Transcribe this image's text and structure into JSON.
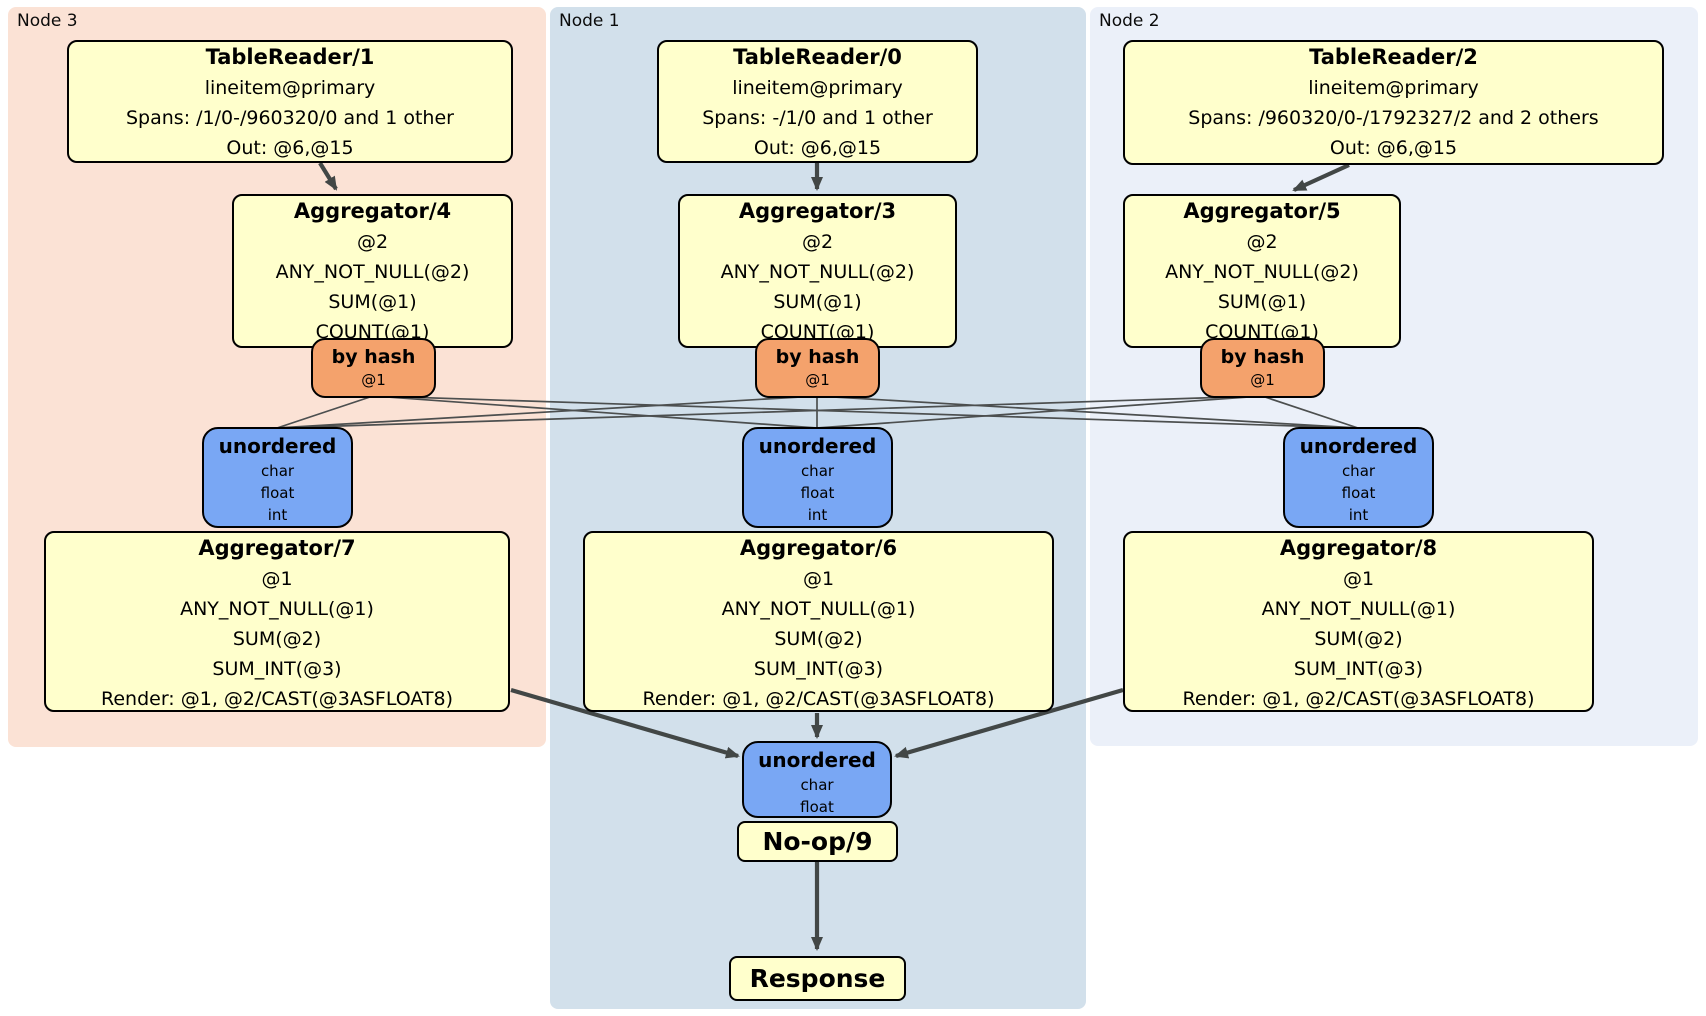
{
  "colors": {
    "node3-bg": "#fbe2d5",
    "node1-bg": "#d2e0eb",
    "node2-bg": "#ebf0f9",
    "box-fill": "#ffffcc",
    "router-fill": "#f4a26c",
    "sync-fill": "#79a7f4",
    "edge": "#424746"
  },
  "regions": [
    {
      "label": "Node 3"
    },
    {
      "label": "Node 1"
    },
    {
      "label": "Node 2"
    }
  ],
  "readers": {
    "tr1": {
      "title": "TableReader/1",
      "index": "lineitem@primary",
      "spans": "Spans: /1/0-/960320/0 and 1 other",
      "out": "Out: @6,@15"
    },
    "tr0": {
      "title": "TableReader/0",
      "index": "lineitem@primary",
      "spans": "Spans: -/1/0 and 1 other",
      "out": "Out: @6,@15"
    },
    "tr2": {
      "title": "TableReader/2",
      "index": "lineitem@primary",
      "spans": "Spans: /960320/0-/1792327/2 and 2 others",
      "out": "Out: @6,@15"
    }
  },
  "aggregators": {
    "agg4": {
      "title": "Aggregator/4",
      "rows": [
        "@2",
        "ANY_NOT_NULL(@2)",
        "SUM(@1)",
        "COUNT(@1)"
      ]
    },
    "agg3": {
      "title": "Aggregator/3",
      "rows": [
        "@2",
        "ANY_NOT_NULL(@2)",
        "SUM(@1)",
        "COUNT(@1)"
      ]
    },
    "agg5": {
      "title": "Aggregator/5",
      "rows": [
        "@2",
        "ANY_NOT_NULL(@2)",
        "SUM(@1)",
        "COUNT(@1)"
      ]
    },
    "agg7": {
      "title": "Aggregator/7",
      "rows": [
        "@1",
        "ANY_NOT_NULL(@1)",
        "SUM(@2)",
        "SUM_INT(@3)",
        "Render: @1, @2/CAST(@3ASFLOAT8)"
      ]
    },
    "agg6": {
      "title": "Aggregator/6",
      "rows": [
        "@1",
        "ANY_NOT_NULL(@1)",
        "SUM(@2)",
        "SUM_INT(@3)",
        "Render: @1, @2/CAST(@3ASFLOAT8)"
      ]
    },
    "agg8": {
      "title": "Aggregator/8",
      "rows": [
        "@1",
        "ANY_NOT_NULL(@1)",
        "SUM(@2)",
        "SUM_INT(@3)",
        "Render: @1, @2/CAST(@3ASFLOAT8)"
      ]
    }
  },
  "routers": {
    "bh3": {
      "label": "by hash",
      "key": "@1"
    },
    "bh1": {
      "label": "by hash",
      "key": "@1"
    },
    "bh2": {
      "label": "by hash",
      "key": "@1"
    }
  },
  "syncs": {
    "s3": {
      "label": "unordered",
      "streams": [
        "char",
        "float",
        "int"
      ]
    },
    "s1": {
      "label": "unordered",
      "streams": [
        "char",
        "float",
        "int"
      ]
    },
    "s2": {
      "label": "unordered",
      "streams": [
        "char",
        "float",
        "int"
      ]
    },
    "bottom": {
      "label": "unordered",
      "streams": [
        "char",
        "float"
      ]
    }
  },
  "terminals": {
    "noop": "No-op/9",
    "response": "Response"
  }
}
